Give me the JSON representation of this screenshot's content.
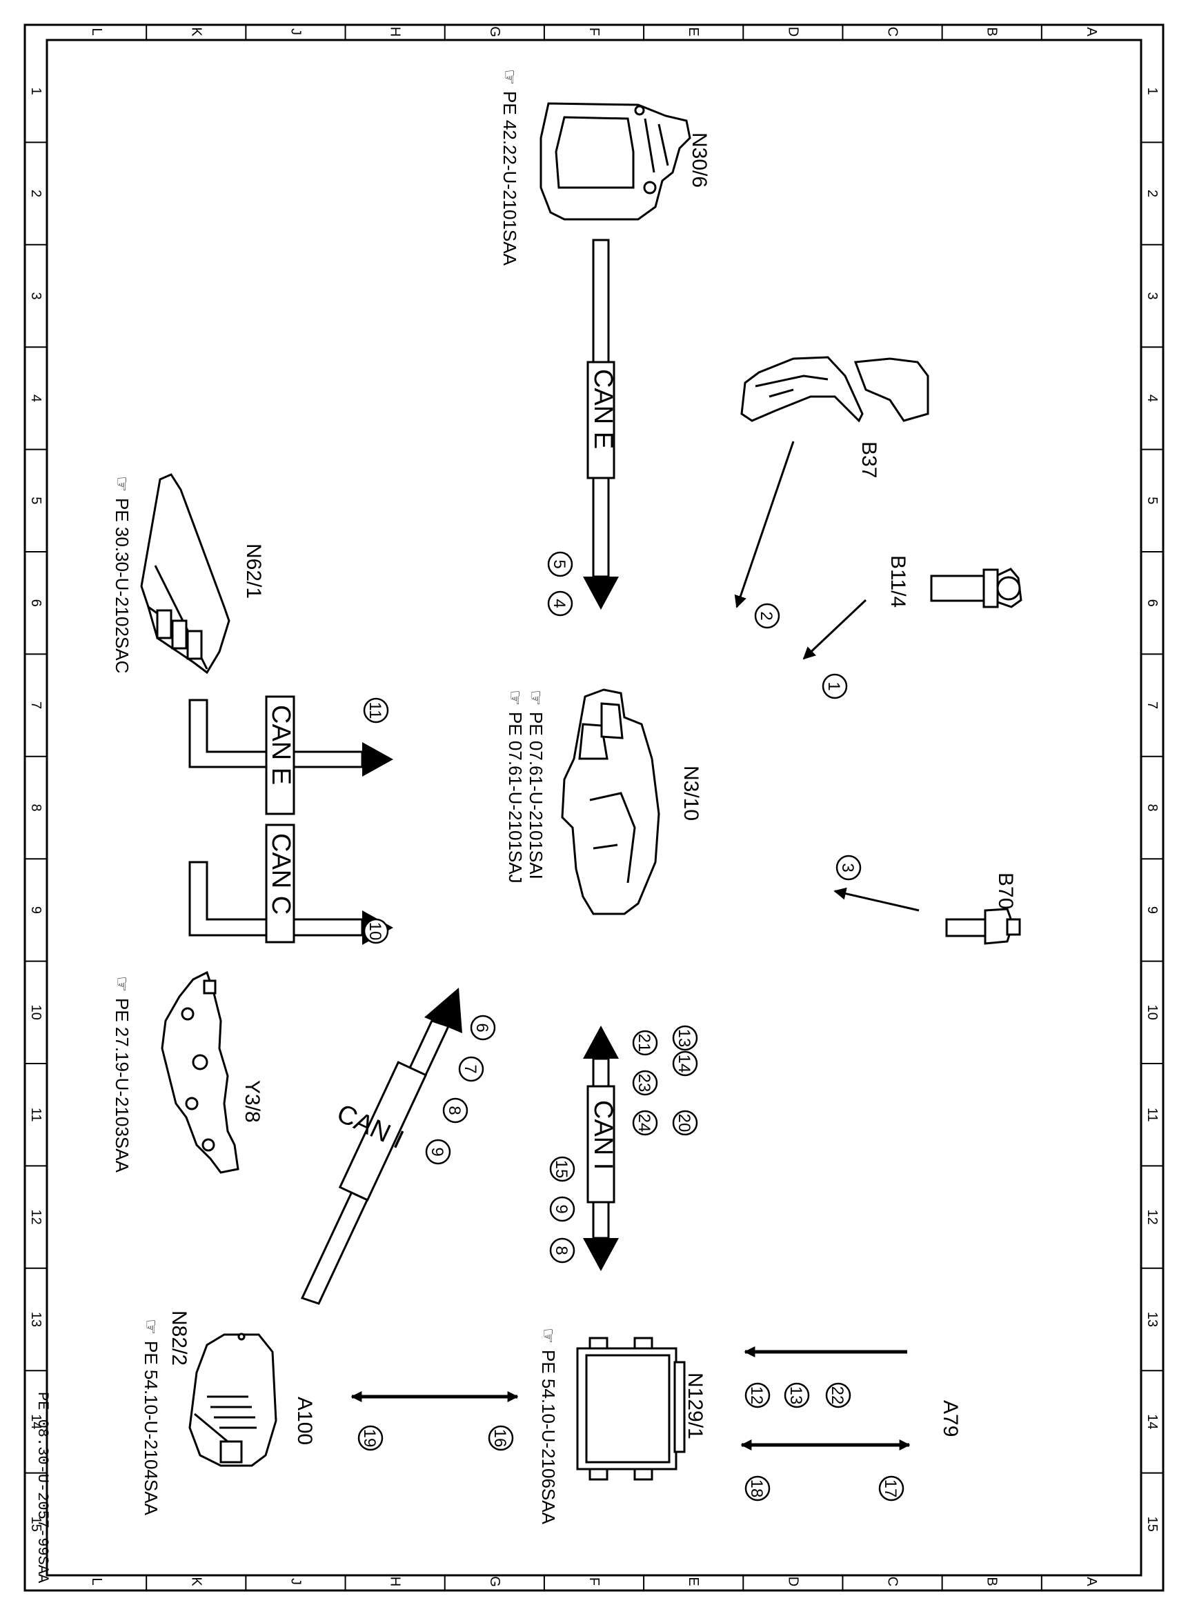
{
  "grid": {
    "columns": [
      "L",
      "K",
      "J",
      "H",
      "G",
      "F",
      "E",
      "D",
      "C",
      "B",
      "A"
    ],
    "rows": [
      "1",
      "2",
      "3",
      "4",
      "5",
      "6",
      "7",
      "8",
      "9",
      "10",
      "11",
      "12",
      "13",
      "14",
      "15"
    ]
  },
  "components": {
    "n30_6": {
      "label": "N30/6",
      "ref": "PE 42.22-U-2101SAA"
    },
    "b37": {
      "label": "B37"
    },
    "b11_4": {
      "label": "B11/4"
    },
    "b70": {
      "label": "B70"
    },
    "n62_1": {
      "label": "N62/1",
      "ref": "PE 30.30-U-2102SAC"
    },
    "n3_10": {
      "label": "N3/10",
      "ref_1": "PE 07.61-U-2101SAI",
      "ref_2": "PE 07.61-U-2101SAJ"
    },
    "y3_8": {
      "label": "Y3/8",
      "ref": "PE 27.19-U-2103SAA"
    },
    "a100": {
      "label": "A100"
    },
    "n82_2": {
      "label": "N82/2",
      "ref": "PE 54.10-U-2104SAA"
    },
    "n129_1": {
      "label": "N129/1",
      "ref": "PE 54.10-U-2106SAA"
    },
    "a79": {
      "label": "A79"
    }
  },
  "buses": {
    "can_e": "CAN E",
    "can_c": "CAN C",
    "can_i": "CAN I"
  },
  "signals": {
    "s1": "1",
    "s2": "2",
    "s3": "3",
    "s4": "4",
    "s5": "5",
    "s6": "6",
    "s7": "7",
    "s8": "8",
    "s9": "9",
    "s10": "10",
    "s11": "11",
    "s12": "12",
    "s13": "13",
    "s14": "14",
    "s15": "15",
    "s16": "16",
    "s17": "17",
    "s18": "18",
    "s19": "19",
    "s20": "20",
    "s21": "21",
    "s22": "22",
    "s23": "23",
    "s24": "24"
  },
  "footer": {
    "drawing_id": "PE 08.30-U-2057-99SAA"
  },
  "icons": {
    "reference_hand": "pointing-hand-icon"
  }
}
